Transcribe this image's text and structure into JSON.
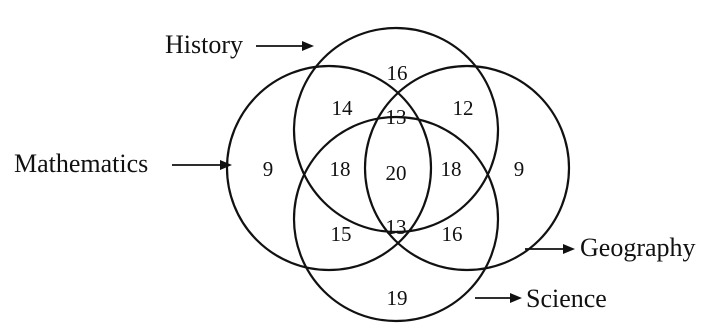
{
  "labels": {
    "history": "History",
    "mathematics": "Mathematics",
    "geography": "Geography",
    "science": "Science"
  },
  "regions": {
    "history_only": "16",
    "history_mathematics": "14",
    "history_mathematics_geography": "13",
    "history_geography": "12",
    "mathematics_only": "9",
    "mathematics_history_science": "18",
    "all_four": "20",
    "history_geography_science": "18",
    "geography_only": "9",
    "mathematics_science": "15",
    "mathematics_geography_science": "13",
    "geography_science": "16",
    "science_only": "19"
  },
  "colors": {
    "stroke": "#111111",
    "background": "#ffffff"
  }
}
